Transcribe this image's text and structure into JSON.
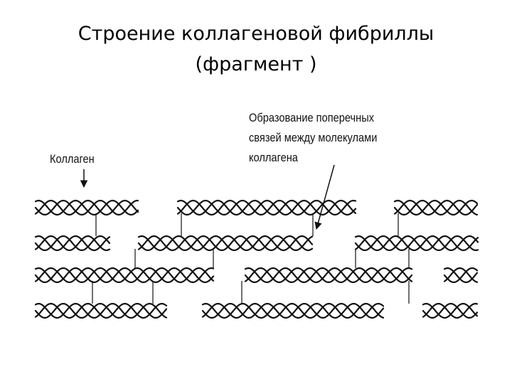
{
  "title": {
    "line1": "Строение коллагеновой фибриллы",
    "line2": "(фрагмент )"
  },
  "labels": {
    "collagen": "Коллаген",
    "crosslinks": [
      "Образование поперечных",
      "связей между молекулами",
      "коллагена"
    ]
  }
}
